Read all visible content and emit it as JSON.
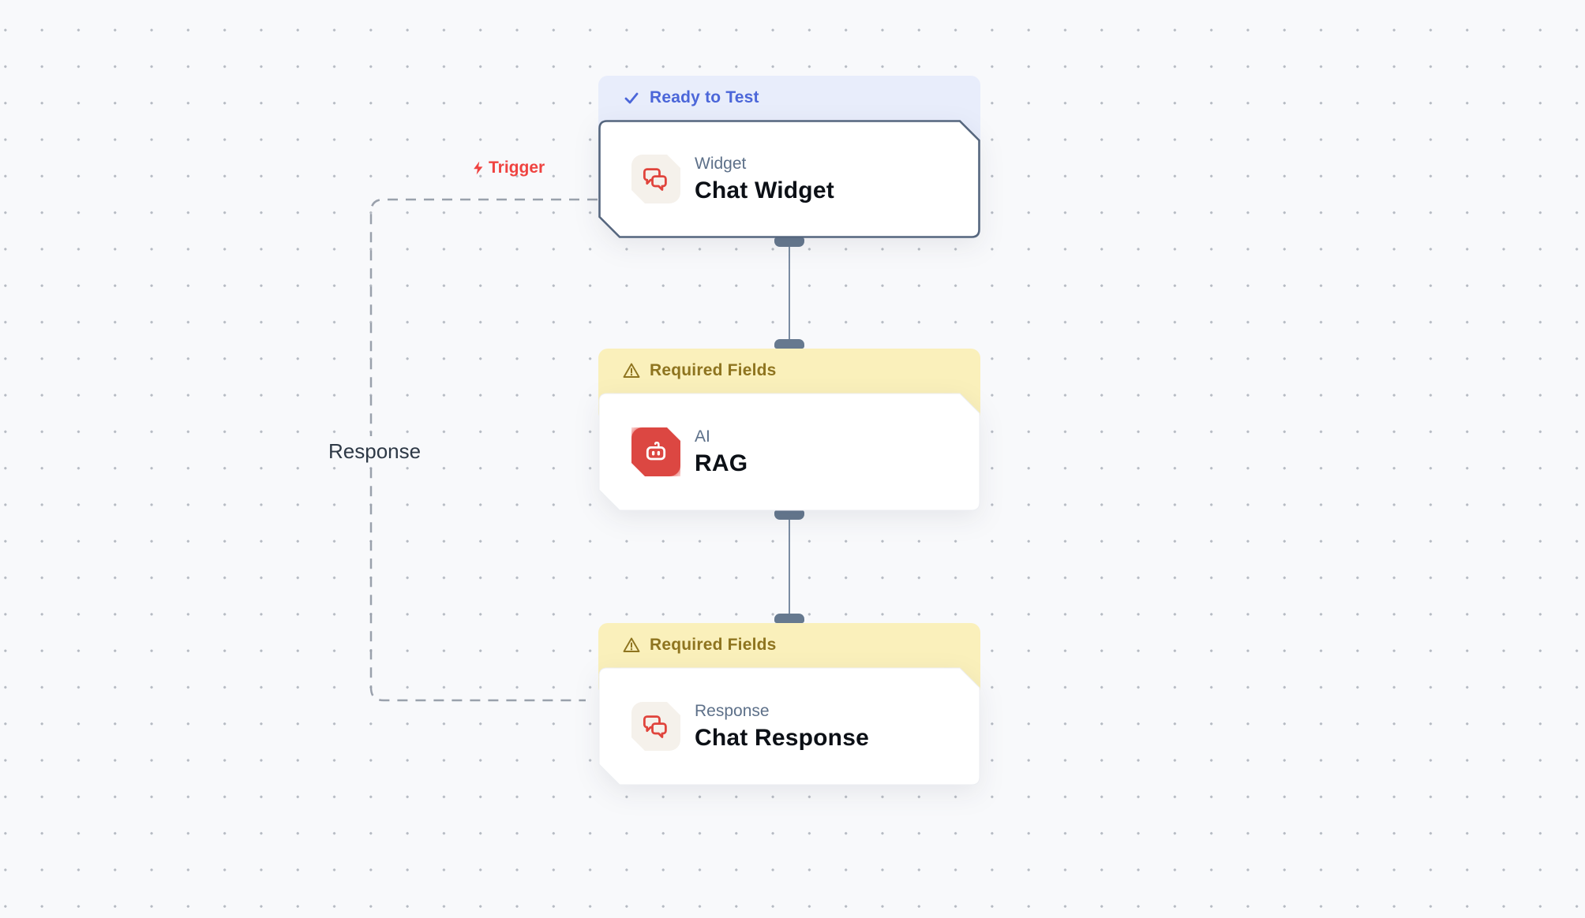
{
  "canvas": {
    "background": "#f8f9fb",
    "dot_color": "#b6bbc3"
  },
  "labels": {
    "trigger": "Trigger",
    "response": "Response"
  },
  "nodes": [
    {
      "status": "Ready to Test",
      "status_kind": "ready",
      "type": "Widget",
      "title": "Chat Widget",
      "icon": "chat-bubbles-icon"
    },
    {
      "status": "Required Fields",
      "status_kind": "warning",
      "type": "AI",
      "title": "RAG",
      "icon": "robot-icon"
    },
    {
      "status": "Required Fields",
      "status_kind": "warning",
      "type": "Response",
      "title": "Chat Response",
      "icon": "chat-bubbles-icon"
    }
  ],
  "colors": {
    "ready_badge_bg": "#e8edfb",
    "ready_badge_text": "#4b66d9",
    "warning_badge_bg": "#faf0bb",
    "warning_badge_text": "#8e741f",
    "accent_red": "#e0443c",
    "selected_border": "#55667e",
    "connector": "#66798f",
    "edge_dashed": "#9aa1ac",
    "trigger_red": "#ef4340"
  }
}
